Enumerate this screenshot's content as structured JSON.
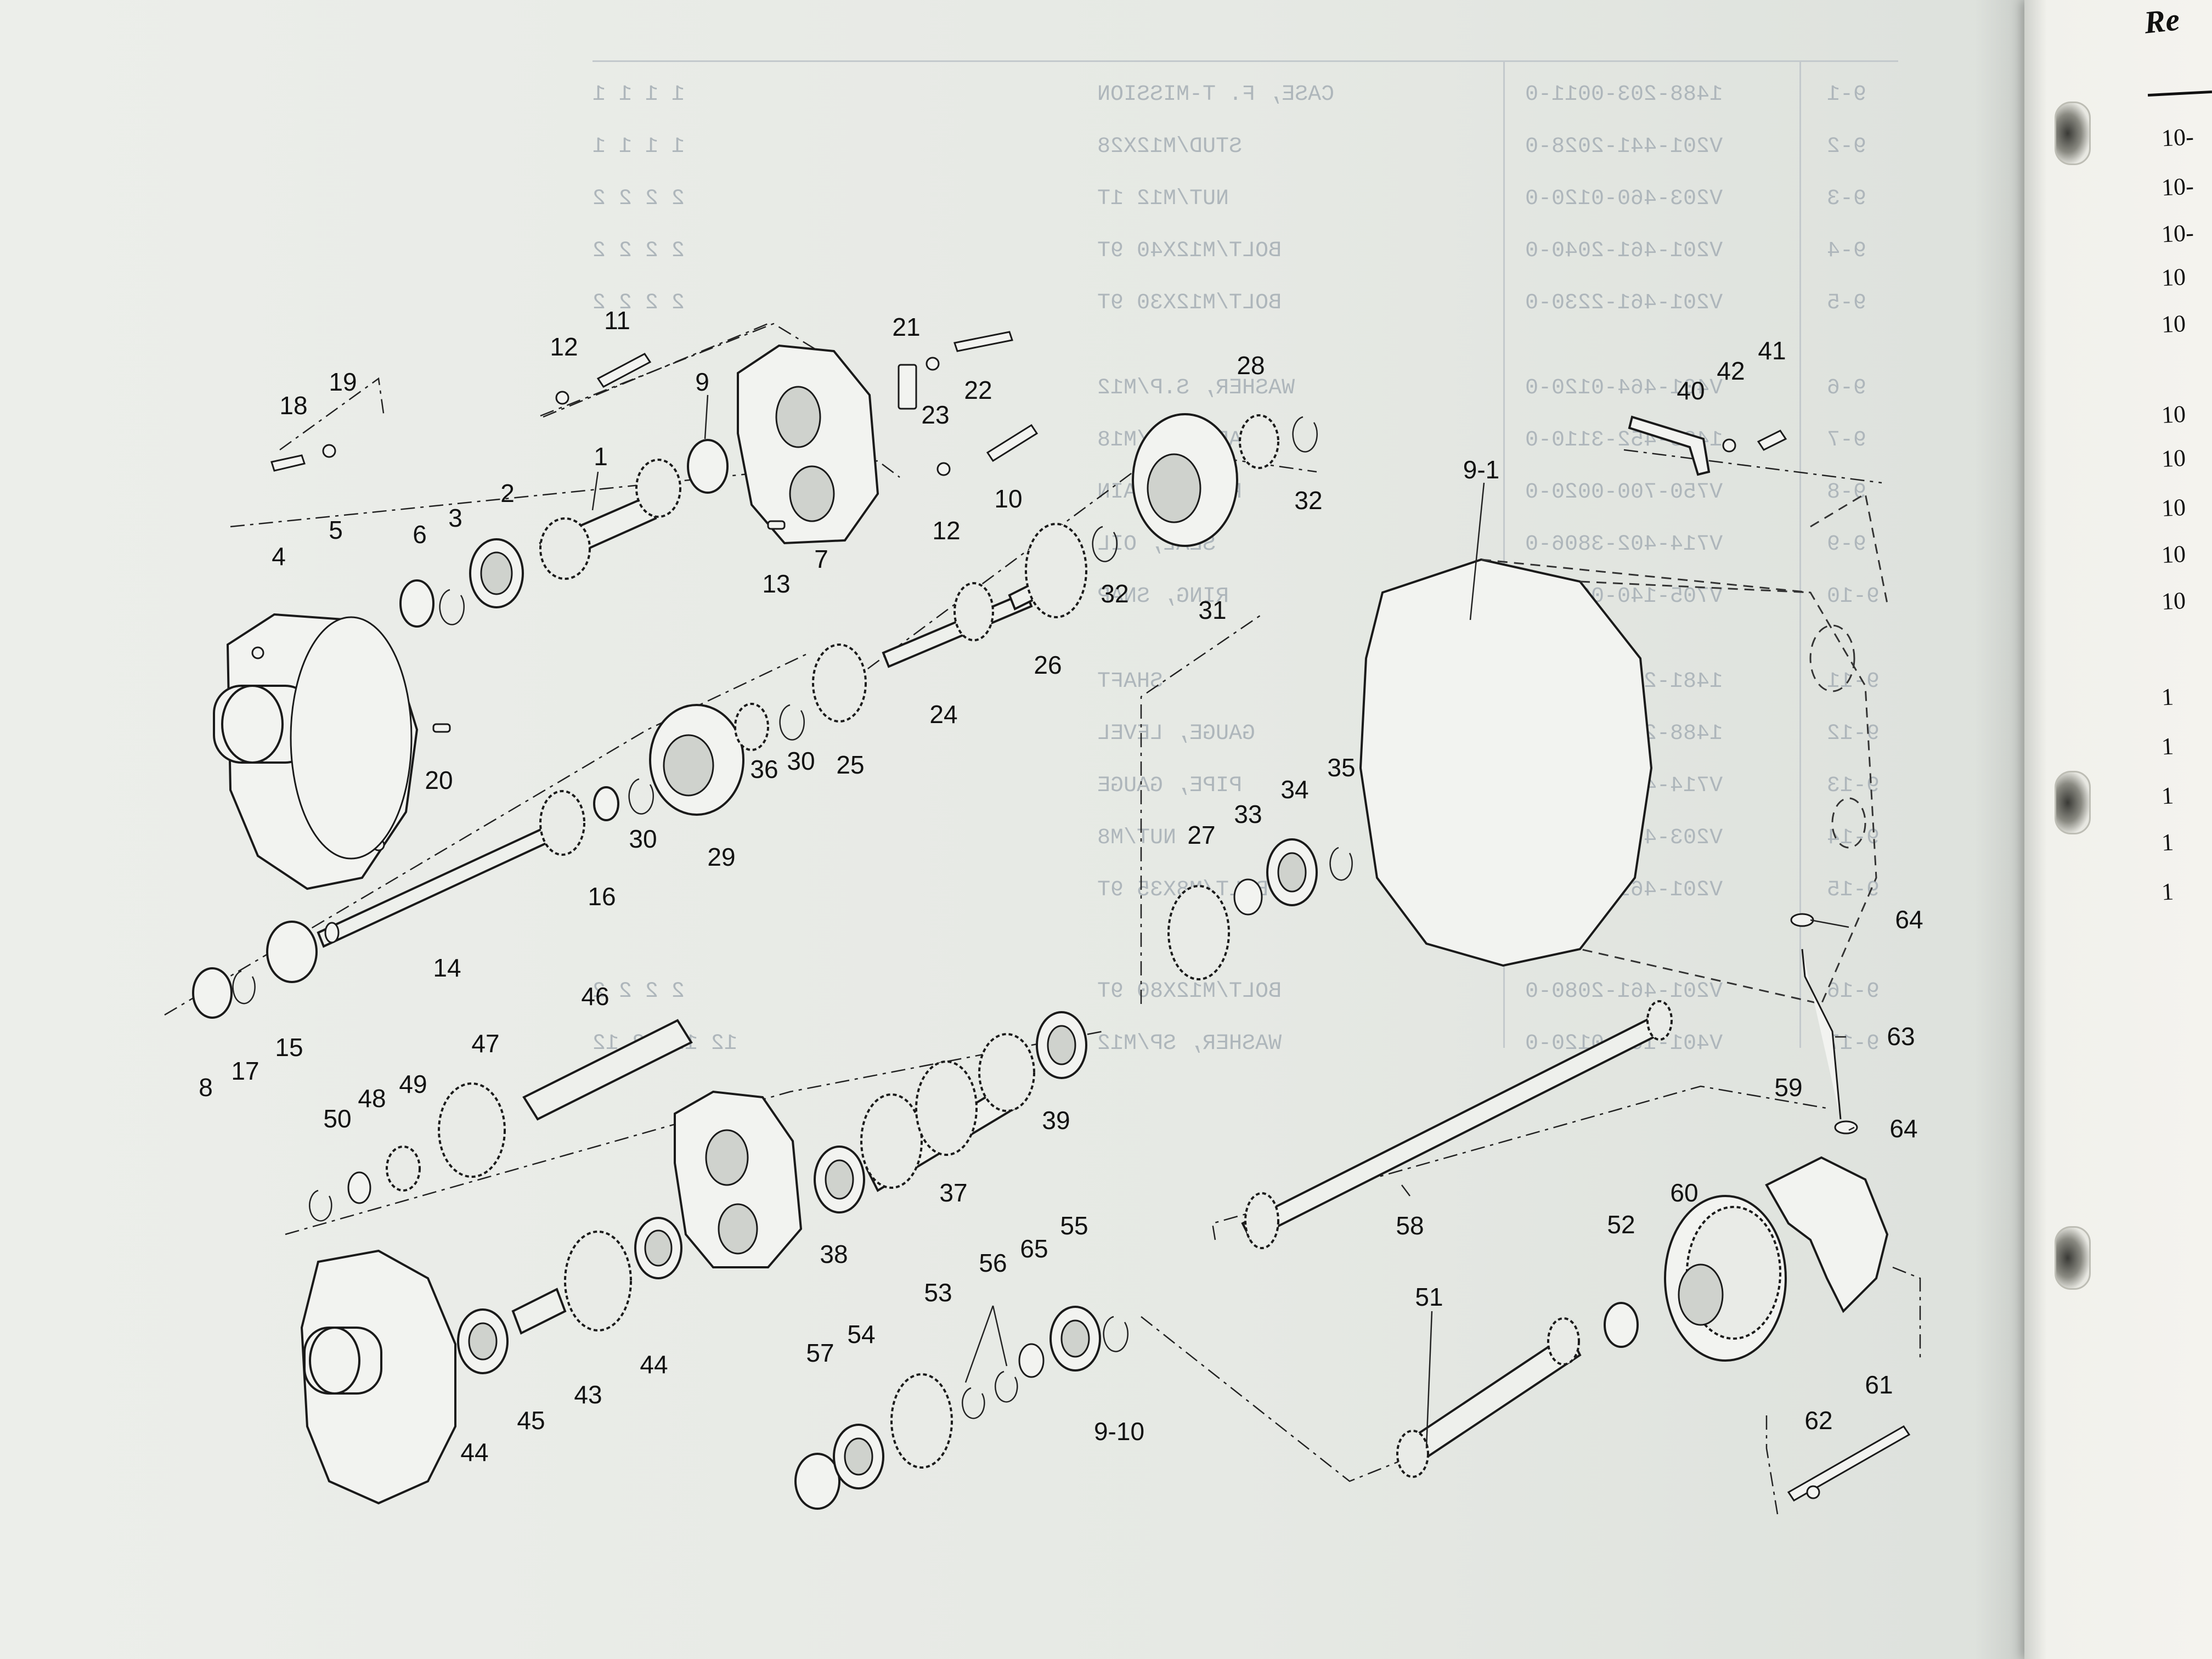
{
  "right_page": {
    "title": "Re",
    "codes": [
      "10-",
      "10-",
      "10-",
      "10",
      "10",
      "10",
      "10",
      "10",
      "10",
      "10",
      "1",
      "1",
      "1",
      "1",
      "1"
    ]
  },
  "ghost_table": [
    {
      "partno": "1488-203-0011-0",
      "desc": "CASE, F. T-MISSION",
      "q": "1  1  1  1"
    },
    {
      "partno": "V201-441-2028-0",
      "desc": "STUD/M12X28",
      "q": "1  1  1  1"
    },
    {
      "partno": "V203-460-0120-0",
      "desc": "NUT/M12 1T",
      "q": "2  2  2  2"
    },
    {
      "partno": "V201-461-2040-0",
      "desc": "BOLT/M12X40 9T",
      "q": "2  2  2  2"
    },
    {
      "partno": "V201-461-2230-0",
      "desc": "BOLT/M12X30 9T",
      "q": "2  2  2  2"
    },
    {
      "partno": "V401-464-0120-0",
      "desc": "WASHER, S.P/M12",
      "q": ""
    },
    {
      "partno": "1488-452-3110-0",
      "desc": "CAP, OIL/M18",
      "q": ""
    },
    {
      "partno": "V750-700-0020-0",
      "desc": "PLUG, DRAIN",
      "q": ""
    },
    {
      "partno": "V714-402-3806-0",
      "desc": "SEAL, OIL",
      "q": ""
    },
    {
      "partno": "V705-140-0020-0",
      "desc": "RING, SNAP",
      "q": ""
    },
    {
      "partno": "1481-201-0011-0",
      "desc": "SHAFT",
      "q": ""
    },
    {
      "partno": "1488-201-0030-0",
      "desc": "GAUGE, LEVEL",
      "q": ""
    },
    {
      "partno": "V714-402-0050-0",
      "desc": "PIPE, GAUGE",
      "q": ""
    },
    {
      "partno": "V203-460-0080-0",
      "desc": "NUT/M8",
      "q": ""
    },
    {
      "partno": "V201-461-0035-0",
      "desc": "BOLT/M8X35 9T",
      "q": ""
    },
    {
      "partno": "V201-461-2080-0",
      "desc": "BOLT/M12X80 9T",
      "q": "2  2  2  2"
    },
    {
      "partno": "V401-164-0120-0",
      "desc": "WASHER, SP/M12",
      "q": "12 12 12 12"
    }
  ],
  "ghost_index": [
    "9-1",
    "9-2",
    "9-3",
    "9-4",
    "9-5",
    "9-6",
    "9-7",
    "9-8",
    "9-9",
    "9-10",
    "9-11",
    "9-12",
    "9-13",
    "9-14",
    "9-15",
    "9-16",
    "9-17"
  ],
  "callouts": {
    "c1": "1",
    "c2": "2",
    "c3": "3",
    "c4": "4",
    "c5": "5",
    "c6": "6",
    "c7": "7",
    "c8": "8",
    "c9": "9",
    "c9_1": "9-1",
    "c9_10": "9-10",
    "c10": "10",
    "c11": "11",
    "c12a": "12",
    "c12b": "12",
    "c13": "13",
    "c14": "14",
    "c15": "15",
    "c16": "16",
    "c17": "17",
    "c18": "18",
    "c19": "19",
    "c20": "20",
    "c21": "21",
    "c22": "22",
    "c23": "23",
    "c24": "24",
    "c25": "25",
    "c26": "26",
    "c27": "27",
    "c28": "28",
    "c29": "29",
    "c30a": "30",
    "c30b": "30",
    "c31": "31",
    "c32a": "32",
    "c32b": "32",
    "c33": "33",
    "c34": "34",
    "c35": "35",
    "c36": "36",
    "c37": "37",
    "c38": "38",
    "c39": "39",
    "c40": "40",
    "c41": "41",
    "c42": "42",
    "c43": "43",
    "c44a": "44",
    "c44b": "44",
    "c45": "45",
    "c46": "46",
    "c47": "47",
    "c48": "48",
    "c49": "49",
    "c50": "50",
    "c51": "51",
    "c52": "52",
    "c53": "53",
    "c54": "54",
    "c55": "55",
    "c56": "56",
    "c57": "57",
    "c58": "58",
    "c59": "59",
    "c60": "60",
    "c61": "61",
    "c62": "62",
    "c63": "63",
    "c64a": "64",
    "c64b": "64",
    "c65": "65"
  },
  "colors": {
    "paper": "#eceeea",
    "ink": "#111111",
    "ghost": "#aeb6bb"
  }
}
